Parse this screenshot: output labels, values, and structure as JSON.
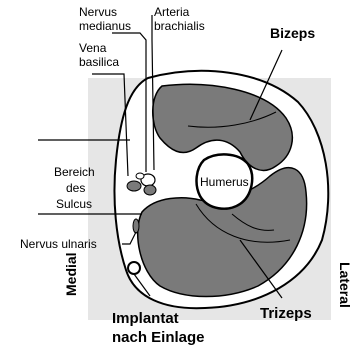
{
  "labels": {
    "nervus_medianus_line1": "Nervus",
    "nervus_medianus_line2": "medianus",
    "arteria_brachialis_line1": "Arteria",
    "arteria_brachialis_line2": "brachialis",
    "vena_basilica_line1": "Vena",
    "vena_basilica_line2": "basilica",
    "bizeps": "Bizeps",
    "bereich_line1": "Bereich",
    "bereich_line2": "des",
    "bereich_line3": "Sulcus",
    "humerus": "Humerus",
    "nervus_ulnaris": "Nervus ulnaris",
    "medial": "Medial",
    "lateral": "Lateral",
    "implantat_line1": "Implantat",
    "implantat_line2": "nach Einlage",
    "trizeps": "Trizeps"
  },
  "colors": {
    "background_square": "#e6e6e6",
    "skin_fill": "#ffffff",
    "muscle_fill": "#7a7a7a",
    "outline": "#000000",
    "bone_fill": "#ffffff"
  }
}
